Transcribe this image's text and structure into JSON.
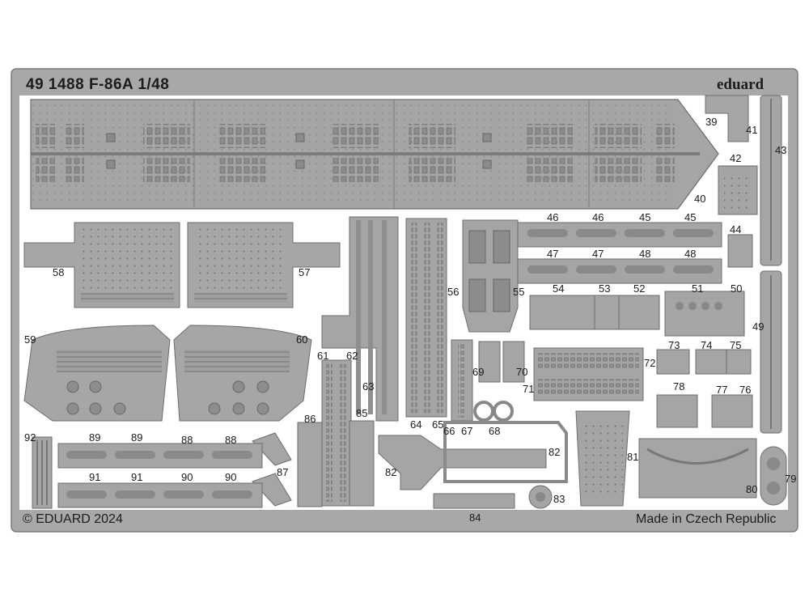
{
  "fret": {
    "title": "49 1488 F-86A 1/48",
    "brand": "eduard",
    "copyright": "© EDUARD 2024",
    "origin": "Made in Czech Republic",
    "metal_color": "#a9a9a9",
    "background_color": "#ffffff"
  },
  "part_numbers": [
    {
      "id": "39",
      "label": "39"
    },
    {
      "id": "40",
      "label": "40"
    },
    {
      "id": "41",
      "label": "41"
    },
    {
      "id": "42",
      "label": "42"
    },
    {
      "id": "43",
      "label": "43"
    },
    {
      "id": "44",
      "label": "44"
    },
    {
      "id": "45a",
      "label": "45"
    },
    {
      "id": "45b",
      "label": "45"
    },
    {
      "id": "46a",
      "label": "46"
    },
    {
      "id": "46b",
      "label": "46"
    },
    {
      "id": "47a",
      "label": "47"
    },
    {
      "id": "47b",
      "label": "47"
    },
    {
      "id": "48a",
      "label": "48"
    },
    {
      "id": "48b",
      "label": "48"
    },
    {
      "id": "49",
      "label": "49"
    },
    {
      "id": "50",
      "label": "50"
    },
    {
      "id": "51",
      "label": "51"
    },
    {
      "id": "52",
      "label": "52"
    },
    {
      "id": "53",
      "label": "53"
    },
    {
      "id": "54",
      "label": "54"
    },
    {
      "id": "55",
      "label": "55"
    },
    {
      "id": "56",
      "label": "56"
    },
    {
      "id": "57",
      "label": "57"
    },
    {
      "id": "58",
      "label": "58"
    },
    {
      "id": "59",
      "label": "59"
    },
    {
      "id": "60",
      "label": "60"
    },
    {
      "id": "61",
      "label": "61"
    },
    {
      "id": "62",
      "label": "62"
    },
    {
      "id": "63",
      "label": "63"
    },
    {
      "id": "64",
      "label": "64"
    },
    {
      "id": "65",
      "label": "65"
    },
    {
      "id": "66",
      "label": "66"
    },
    {
      "id": "67",
      "label": "67"
    },
    {
      "id": "68",
      "label": "68"
    },
    {
      "id": "69",
      "label": "69"
    },
    {
      "id": "70",
      "label": "70"
    },
    {
      "id": "71",
      "label": "71"
    },
    {
      "id": "72",
      "label": "72"
    },
    {
      "id": "73",
      "label": "73"
    },
    {
      "id": "74",
      "label": "74"
    },
    {
      "id": "75",
      "label": "75"
    },
    {
      "id": "76",
      "label": "76"
    },
    {
      "id": "77",
      "label": "77"
    },
    {
      "id": "78",
      "label": "78"
    },
    {
      "id": "79",
      "label": "79"
    },
    {
      "id": "80",
      "label": "80"
    },
    {
      "id": "81",
      "label": "81"
    },
    {
      "id": "82a",
      "label": "82"
    },
    {
      "id": "82b",
      "label": "82"
    },
    {
      "id": "83",
      "label": "83"
    },
    {
      "id": "84",
      "label": "84"
    },
    {
      "id": "85",
      "label": "85"
    },
    {
      "id": "86",
      "label": "86"
    },
    {
      "id": "87",
      "label": "87"
    },
    {
      "id": "88a",
      "label": "88"
    },
    {
      "id": "88b",
      "label": "88"
    },
    {
      "id": "89a",
      "label": "89"
    },
    {
      "id": "89b",
      "label": "89"
    },
    {
      "id": "90a",
      "label": "90"
    },
    {
      "id": "90b",
      "label": "90"
    },
    {
      "id": "91a",
      "label": "91"
    },
    {
      "id": "91b",
      "label": "91"
    },
    {
      "id": "92",
      "label": "92"
    }
  ]
}
